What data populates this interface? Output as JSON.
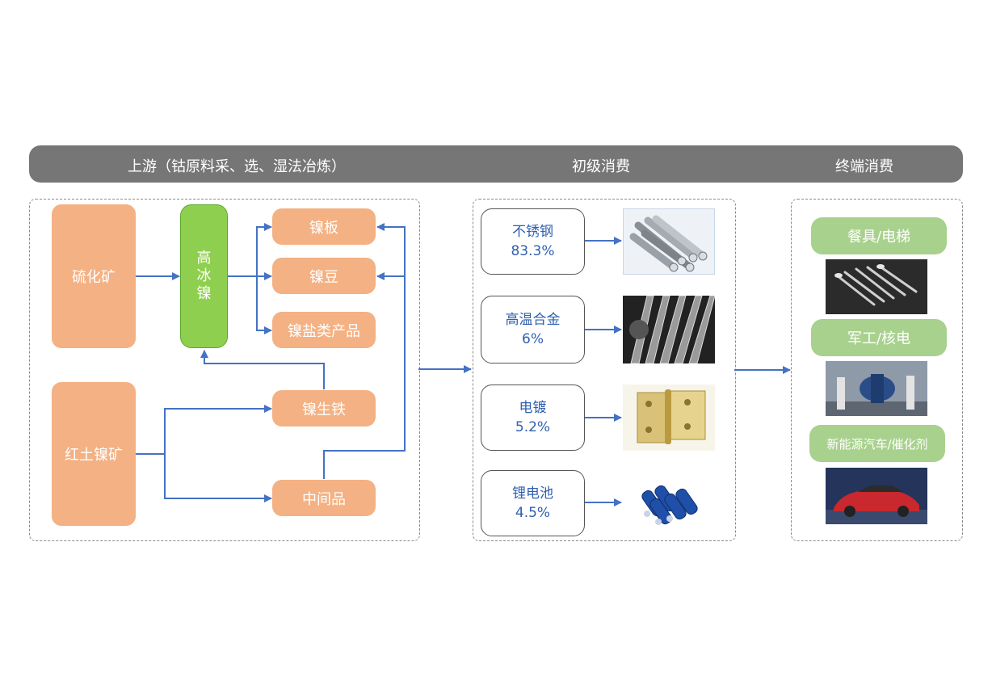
{
  "header": {
    "upstream": "上游（钴原料采、选、湿法冶炼）",
    "primary": "初级消费",
    "terminal": "终端消费"
  },
  "upstream": {
    "sulfide_ore": "硫化矿",
    "high_ice_nickel": "高冰镍",
    "laterite_ore": "红土镍矿",
    "nickel_plate": "镍板",
    "nickel_bean": "镍豆",
    "nickel_salt": "镍盐类产品",
    "nickel_pig_iron": "镍生铁",
    "intermediate": "中间品"
  },
  "primary": [
    {
      "name": "不锈钢",
      "share": "83.3%",
      "icon": "steel-bars-photo"
    },
    {
      "name": "高温合金",
      "share": "6%",
      "icon": "turbine-blades-photo"
    },
    {
      "name": "电镀",
      "share": "5.2%",
      "icon": "brass-hinge-photo"
    },
    {
      "name": "锂电池",
      "share": "4.5%",
      "icon": "battery-cells-photo"
    }
  ],
  "terminal": [
    {
      "name": "餐具/电梯",
      "icon": "cutlery-photo"
    },
    {
      "name": "军工/核电",
      "icon": "military-aircraft-photo"
    },
    {
      "name": "新能源汽车/催化剂",
      "icon": "electric-car-photo"
    }
  ],
  "colors": {
    "header": "#767676",
    "orange": "#f4b183",
    "green": "#8fcf4f",
    "light_green": "#a9d18e",
    "arrow": "#4472c4",
    "text_blue": "#2f5fb0"
  }
}
